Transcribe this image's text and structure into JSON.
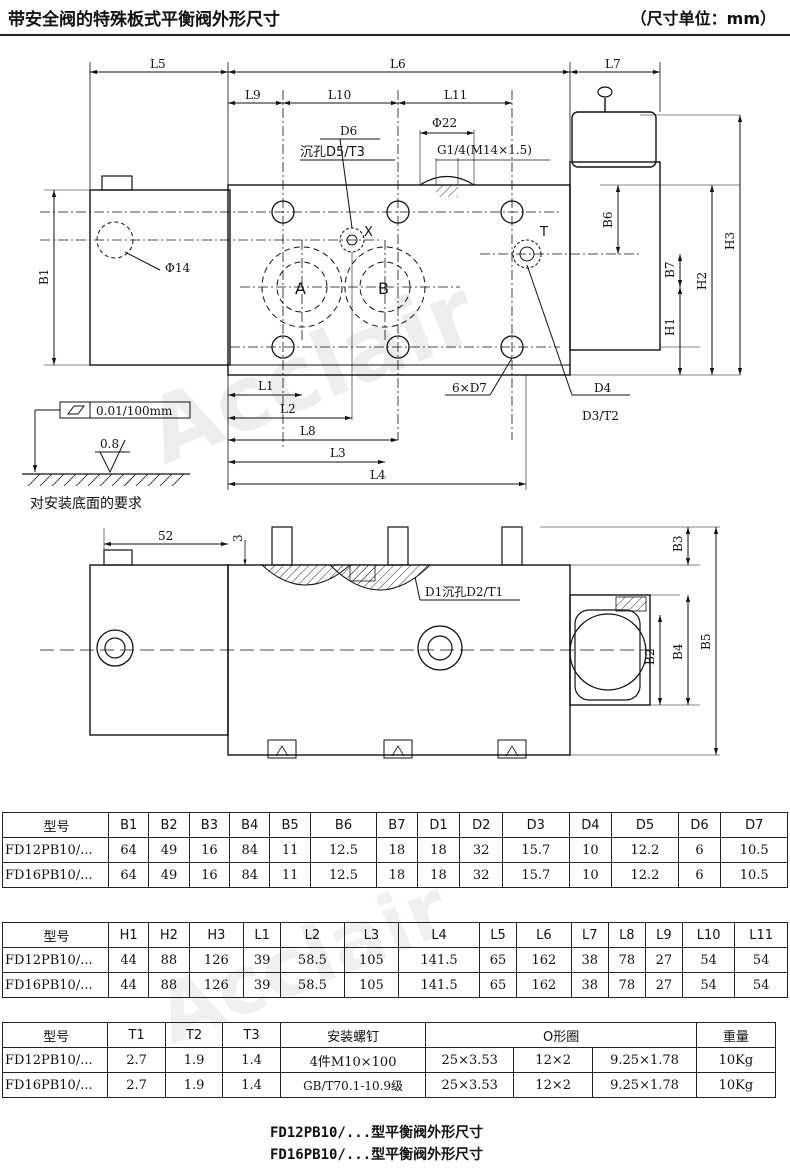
{
  "header": {
    "title": "带安全阀的特殊板式平衡阀外形尺寸",
    "unit": "（尺寸单位：mm）"
  },
  "drawing": {
    "top_dims": {
      "L5": "L5",
      "L6": "L6",
      "L7": "L7",
      "L9": "L9",
      "L10": "L10",
      "L11": "L11"
    },
    "D6": "D6",
    "counterbore_D5": "沉孔D5/T3",
    "phi22": "Φ22",
    "port_thread": "G1/4(M14×1.5)",
    "phi14": "Φ14",
    "port_X": "X",
    "port_T": "T",
    "port_A": "A",
    "port_B": "B",
    "B1": "B1",
    "B6": "B6",
    "B7": "B7",
    "H1": "H1",
    "H2": "H2",
    "H3": "H3",
    "D4": "D4",
    "D3_T2": "D3/T2",
    "six_D7": "6×D7",
    "bottom_dims": {
      "L1": "L1",
      "L2": "L2",
      "L8": "L8",
      "L3": "L3",
      "L4": "L4"
    },
    "flatness": "0.01/100mm",
    "roughness": "0.8",
    "mount_req": "对安装底面的要求",
    "dim_52": "52",
    "dim_3": "3",
    "counterbore_D1": "D1沉孔D2/T1",
    "B2": "B2",
    "B3": "B3",
    "B4": "B4",
    "B5": "B5"
  },
  "tables": {
    "table1": {
      "headers": [
        "型号",
        "B1",
        "B2",
        "B3",
        "B4",
        "B5",
        "B6",
        "B7",
        "D1",
        "D2",
        "D3",
        "D4",
        "D5",
        "D6",
        "D7"
      ],
      "rows": [
        [
          "FD12PB10/...",
          "64",
          "49",
          "16",
          "84",
          "11",
          "12.5",
          "18",
          "18",
          "32",
          "15.7",
          "10",
          "12.2",
          "6",
          "10.5"
        ],
        [
          "FD16PB10/...",
          "64",
          "49",
          "16",
          "84",
          "11",
          "12.5",
          "18",
          "18",
          "32",
          "15.7",
          "10",
          "12.2",
          "6",
          "10.5"
        ]
      ]
    },
    "table2": {
      "headers": [
        "型号",
        "H1",
        "H2",
        "H3",
        "L1",
        "L2",
        "L3",
        "L4",
        "L5",
        "L6",
        "L7",
        "L8",
        "L9",
        "L10",
        "L11"
      ],
      "rows": [
        [
          "FD12PB10/...",
          "44",
          "88",
          "126",
          "39",
          "58.5",
          "105",
          "141.5",
          "65",
          "162",
          "38",
          "78",
          "27",
          "54",
          "54"
        ],
        [
          "FD16PB10/...",
          "44",
          "88",
          "126",
          "39",
          "58.5",
          "105",
          "141.5",
          "65",
          "162",
          "38",
          "78",
          "27",
          "54",
          "54"
        ]
      ]
    },
    "table3": {
      "headers": [
        "型号",
        "T1",
        "T2",
        "T3",
        "安装螺钉",
        "O形圈",
        "重量"
      ],
      "rows": [
        [
          "FD12PB10/...",
          "2.7",
          "1.9",
          "1.4",
          "4件M10×100",
          "25×3.53",
          "12×2",
          "9.25×1.78",
          "10Kg"
        ],
        [
          "FD16PB10/...",
          "2.7",
          "1.9",
          "1.4",
          "GB/T70.1-10.9级",
          "25×3.53",
          "12×2",
          "9.25×1.78",
          "10Kg"
        ]
      ]
    }
  },
  "captions": {
    "line1": "FD12PB10/...型平衡阀外形尺寸",
    "line2": "FD16PB10/...型平衡阀外形尺寸"
  }
}
